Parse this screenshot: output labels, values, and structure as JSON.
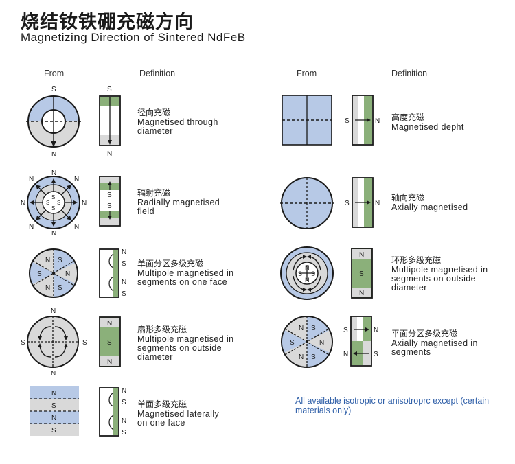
{
  "title_cn": "烧结钕铁硼充磁方向",
  "title_en": "Magnetizing  Direction of Sintered NdFeB",
  "headers": {
    "left_from": "From",
    "left_definition": "Definition",
    "right_from": "From",
    "right_definition": "Definition"
  },
  "items": [
    {
      "cn": "径向充磁",
      "en": [
        "Magnetised through",
        "diameter"
      ]
    },
    {
      "cn": "辐射充磁",
      "en": [
        "Radially magnetised",
        "field"
      ]
    },
    {
      "cn": "单面分区多级充磁",
      "en": [
        "Multipole magnetised in",
        "segments on one face"
      ]
    },
    {
      "cn": "扇形多级充磁",
      "en": [
        "Multipole magnetised in",
        "segments on outside",
        "diameter"
      ]
    },
    {
      "cn": "单面多级充磁",
      "en": [
        "Magnetised laterally",
        "on one face"
      ]
    },
    {
      "cn": "高度充磁",
      "en": [
        "Magnetised depht"
      ]
    },
    {
      "cn": "轴向充磁",
      "en": [
        "Axially magnetised"
      ]
    },
    {
      "cn": "环形多级充磁",
      "en": [
        "Multipole magnetised in",
        "segments on outside",
        "diameter"
      ]
    },
    {
      "cn": "平面分区多级充磁",
      "en": [
        "Axially  magnetised  in",
        "segments"
      ]
    }
  ],
  "pole_labels": {
    "s": "S",
    "n": "N"
  },
  "note": "All available isotropic or anisotroprc except (certain materials only)",
  "colors": {
    "blue": "#b7c9e6",
    "gray": "#d9d9d9",
    "green": "#8bb07a",
    "note": "#2f5fa8"
  }
}
